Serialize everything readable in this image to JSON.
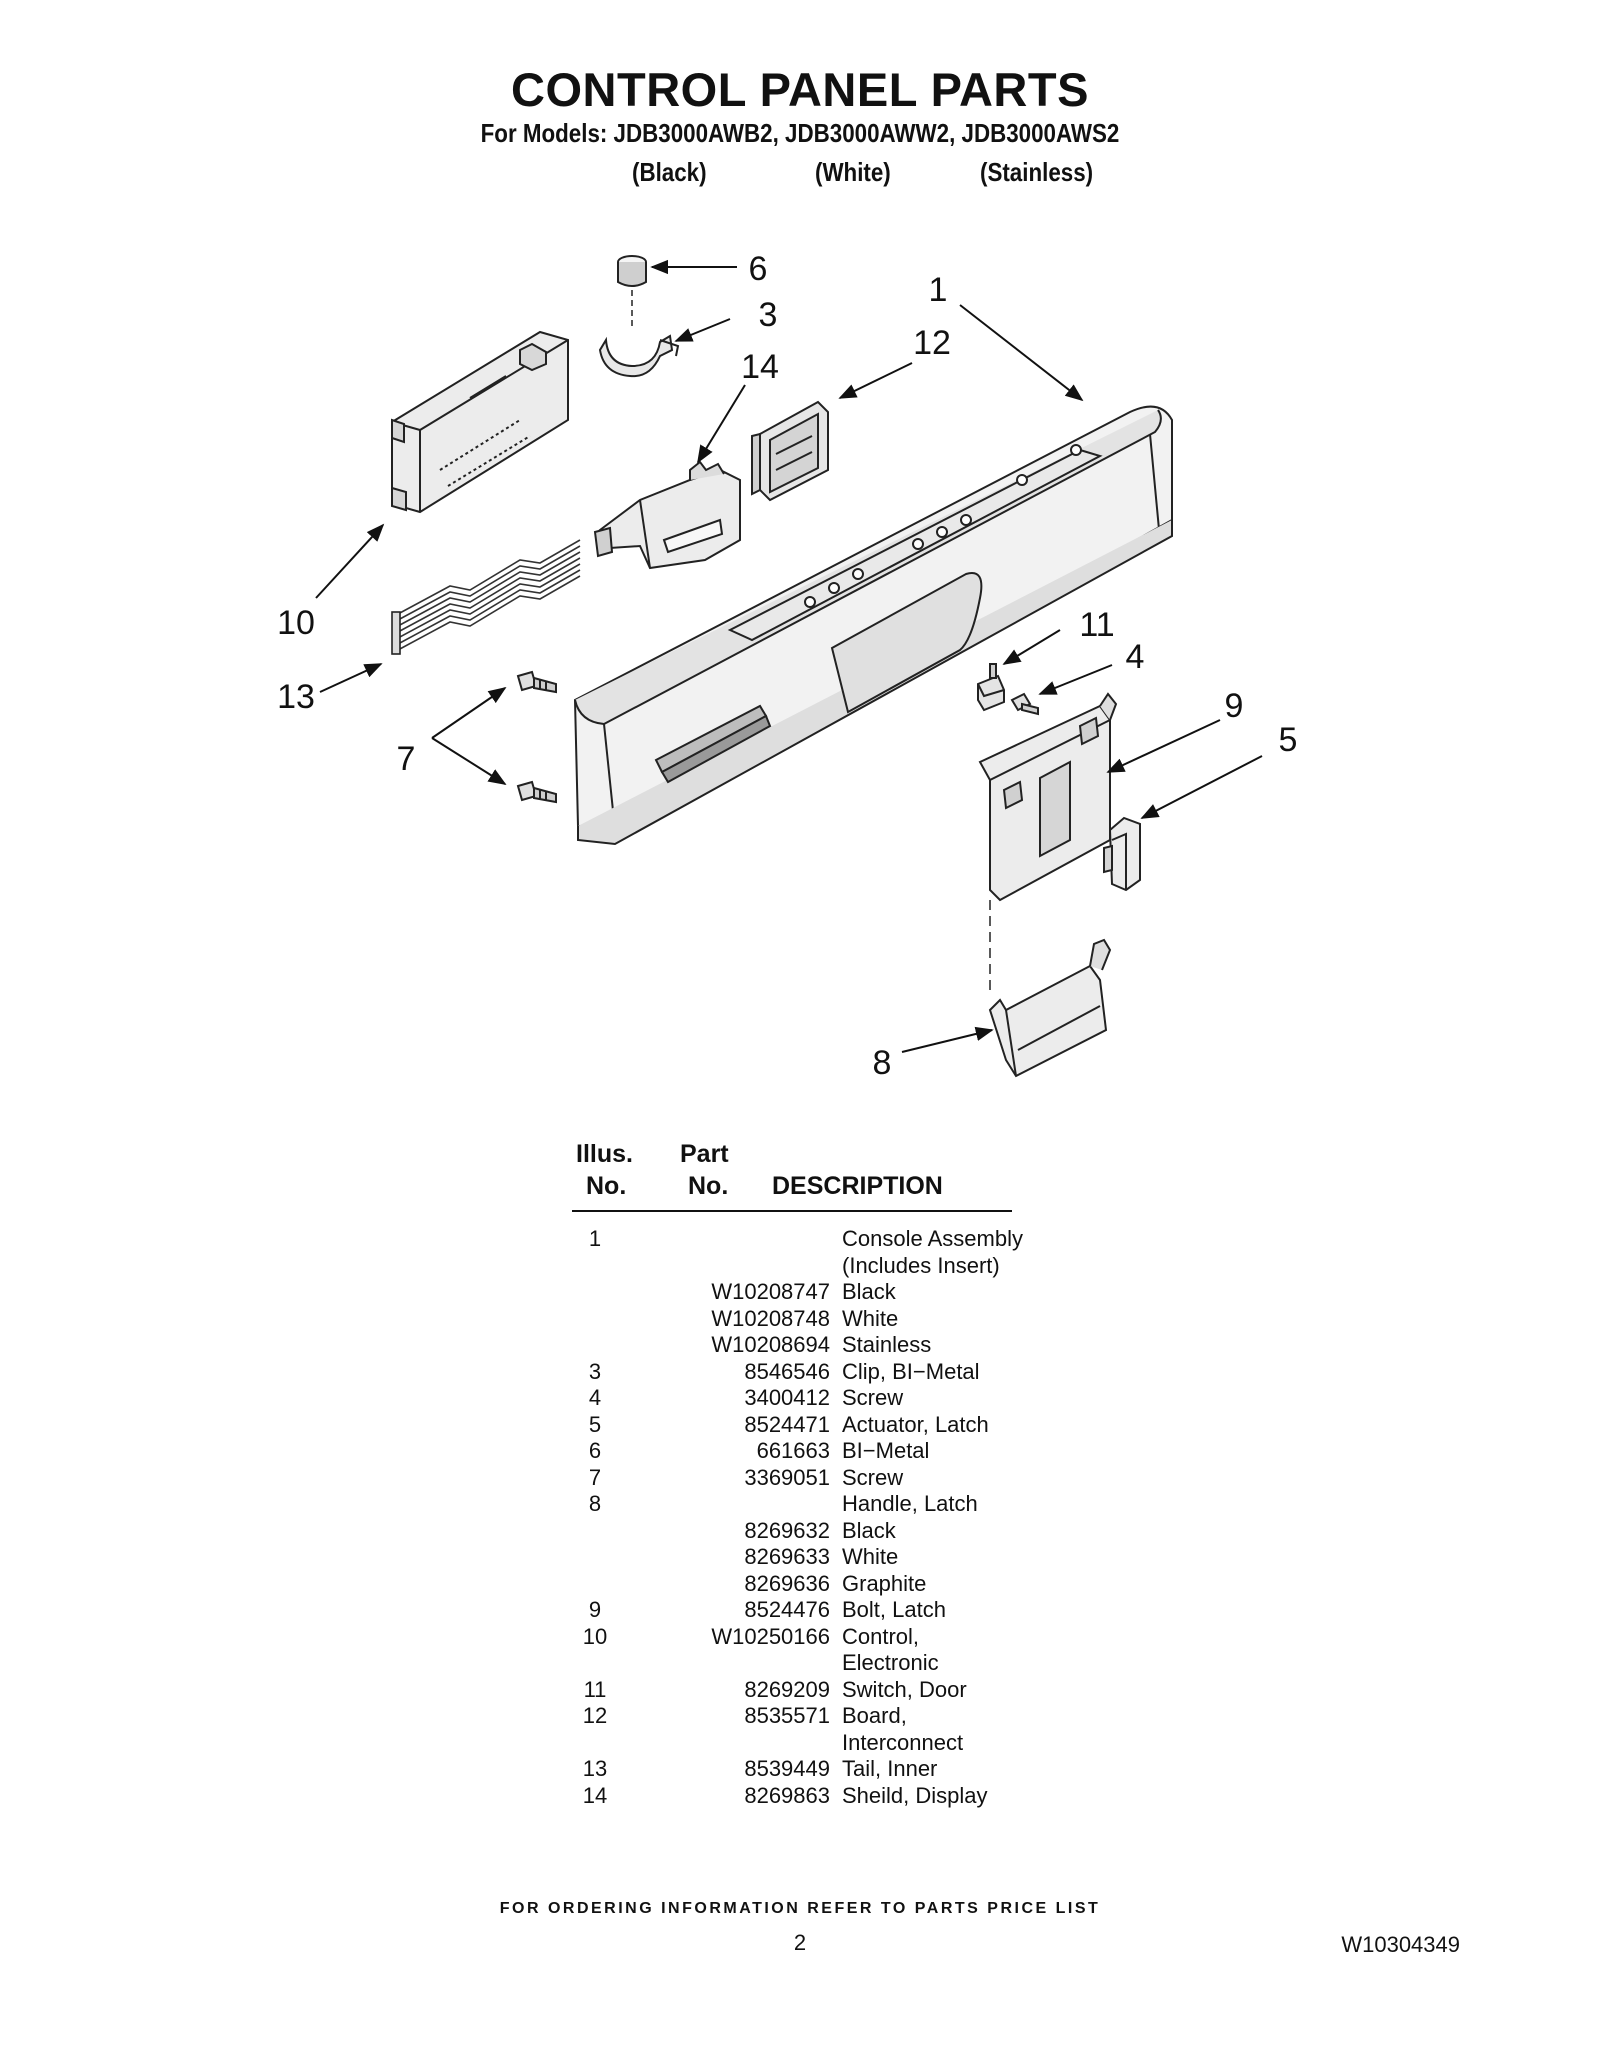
{
  "header": {
    "title": "CONTROL PANEL PARTS",
    "subtitle": "For Models: JDB3000AWB2, JDB3000AWW2, JDB3000AWS2",
    "variants": [
      "(Black)",
      "(White)",
      "(Stainless)"
    ]
  },
  "diagram": {
    "callouts": [
      "6",
      "3",
      "14",
      "12",
      "1",
      "10",
      "13",
      "7",
      "11",
      "4",
      "9",
      "5",
      "8"
    ]
  },
  "parts_table": {
    "headers": {
      "illus_line1": "Illus.",
      "illus_line2": "No.",
      "part_line1": "Part",
      "part_line2": "No.",
      "description": "DESCRIPTION"
    },
    "rows": [
      {
        "illus": "1",
        "part": "",
        "desc": "Console Assembly"
      },
      {
        "illus": "",
        "part": "",
        "desc": "(Includes Insert)"
      },
      {
        "illus": "",
        "part": "W10208747",
        "desc": "Black"
      },
      {
        "illus": "",
        "part": "W10208748",
        "desc": "White"
      },
      {
        "illus": "",
        "part": "W10208694",
        "desc": "Stainless"
      },
      {
        "illus": "3",
        "part": "8546546",
        "desc": "Clip, BI−Metal"
      },
      {
        "illus": "4",
        "part": "3400412",
        "desc": "Screw"
      },
      {
        "illus": "5",
        "part": "8524471",
        "desc": "Actuator, Latch"
      },
      {
        "illus": "6",
        "part": "661663",
        "desc": "BI−Metal"
      },
      {
        "illus": "7",
        "part": "3369051",
        "desc": "Screw"
      },
      {
        "illus": "8",
        "part": "",
        "desc": "Handle, Latch"
      },
      {
        "illus": "",
        "part": "8269632",
        "desc": "Black"
      },
      {
        "illus": "",
        "part": "8269633",
        "desc": "White"
      },
      {
        "illus": "",
        "part": "8269636",
        "desc": "Graphite"
      },
      {
        "illus": "9",
        "part": "8524476",
        "desc": "Bolt, Latch"
      },
      {
        "illus": "10",
        "part": "W10250166",
        "desc": "Control,"
      },
      {
        "illus": "",
        "part": "",
        "desc": "Electronic"
      },
      {
        "illus": "11",
        "part": "8269209",
        "desc": "Switch, Door"
      },
      {
        "illus": "12",
        "part": "8535571",
        "desc": "Board,"
      },
      {
        "illus": "",
        "part": "",
        "desc": "Interconnect"
      },
      {
        "illus": "13",
        "part": "8539449",
        "desc": "Tail, Inner"
      },
      {
        "illus": "14",
        "part": "8269863",
        "desc": "Sheild, Display"
      }
    ]
  },
  "footer": {
    "ordering_note": "FOR ORDERING INFORMATION REFER TO PARTS PRICE LIST",
    "page_number": "2",
    "document_number": "W10304349"
  }
}
